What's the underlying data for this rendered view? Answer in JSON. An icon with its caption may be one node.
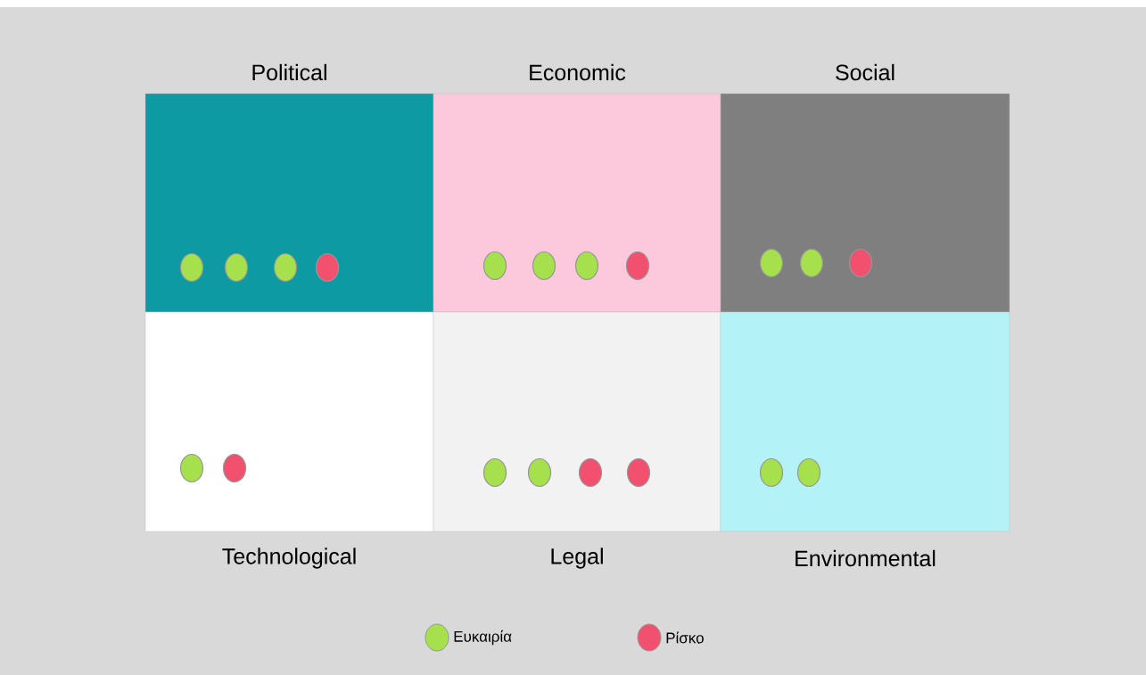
{
  "diagram": {
    "nodes": [
      {
        "text": [
          "Political"
        ]
      },
      {
        "text": [
          "Economic"
        ]
      },
      {
        "text": [
          "Social"
        ]
      },
      {
        "text": [
          "Technological"
        ]
      },
      {
        "text": [
          "Legal"
        ]
      },
      {
        "text": [
          "Environmental"
        ]
      },
      {
        "text": [],
        "shape": "circle",
        "in": 0
      },
      {
        "text": [],
        "shape": "circle",
        "in": 0
      },
      {
        "text": [],
        "shape": "circle",
        "in": 0
      },
      {
        "text": [],
        "shape": "circle",
        "in": 0
      },
      {
        "text": [],
        "shape": "circle",
        "in": 1
      },
      {
        "text": [],
        "shape": "circle",
        "in": 1
      },
      {
        "text": [],
        "shape": "circle",
        "in": 1
      },
      {
        "text": [],
        "shape": "circle",
        "in": 1
      },
      {
        "text": [],
        "shape": "circle",
        "in": 2
      },
      {
        "text": [],
        "shape": "circle",
        "in": 2
      },
      {
        "text": [],
        "shape": "circle",
        "in": 2
      },
      {
        "text": [],
        "shape": "circle",
        "in": 3
      },
      {
        "text": [],
        "shape": "circle",
        "in": 3
      },
      {
        "text": [],
        "shape": "circle",
        "in": 4
      },
      {
        "text": [],
        "shape": "circle",
        "in": 4
      },
      {
        "text": [],
        "shape": "circle",
        "in": 4
      },
      {
        "text": [],
        "shape": "circle",
        "in": 4
      },
      {
        "text": [],
        "shape": "circle",
        "in": 5
      },
      {
        "text": [],
        "shape": "circle",
        "in": 5
      }
    ],
    "legend": [
      {
        "text": "Ευκαιρία",
        "color": "#a6e04c"
      },
      {
        "text": "Ρίσκο",
        "color": "#f2506f"
      }
    ]
  }
}
